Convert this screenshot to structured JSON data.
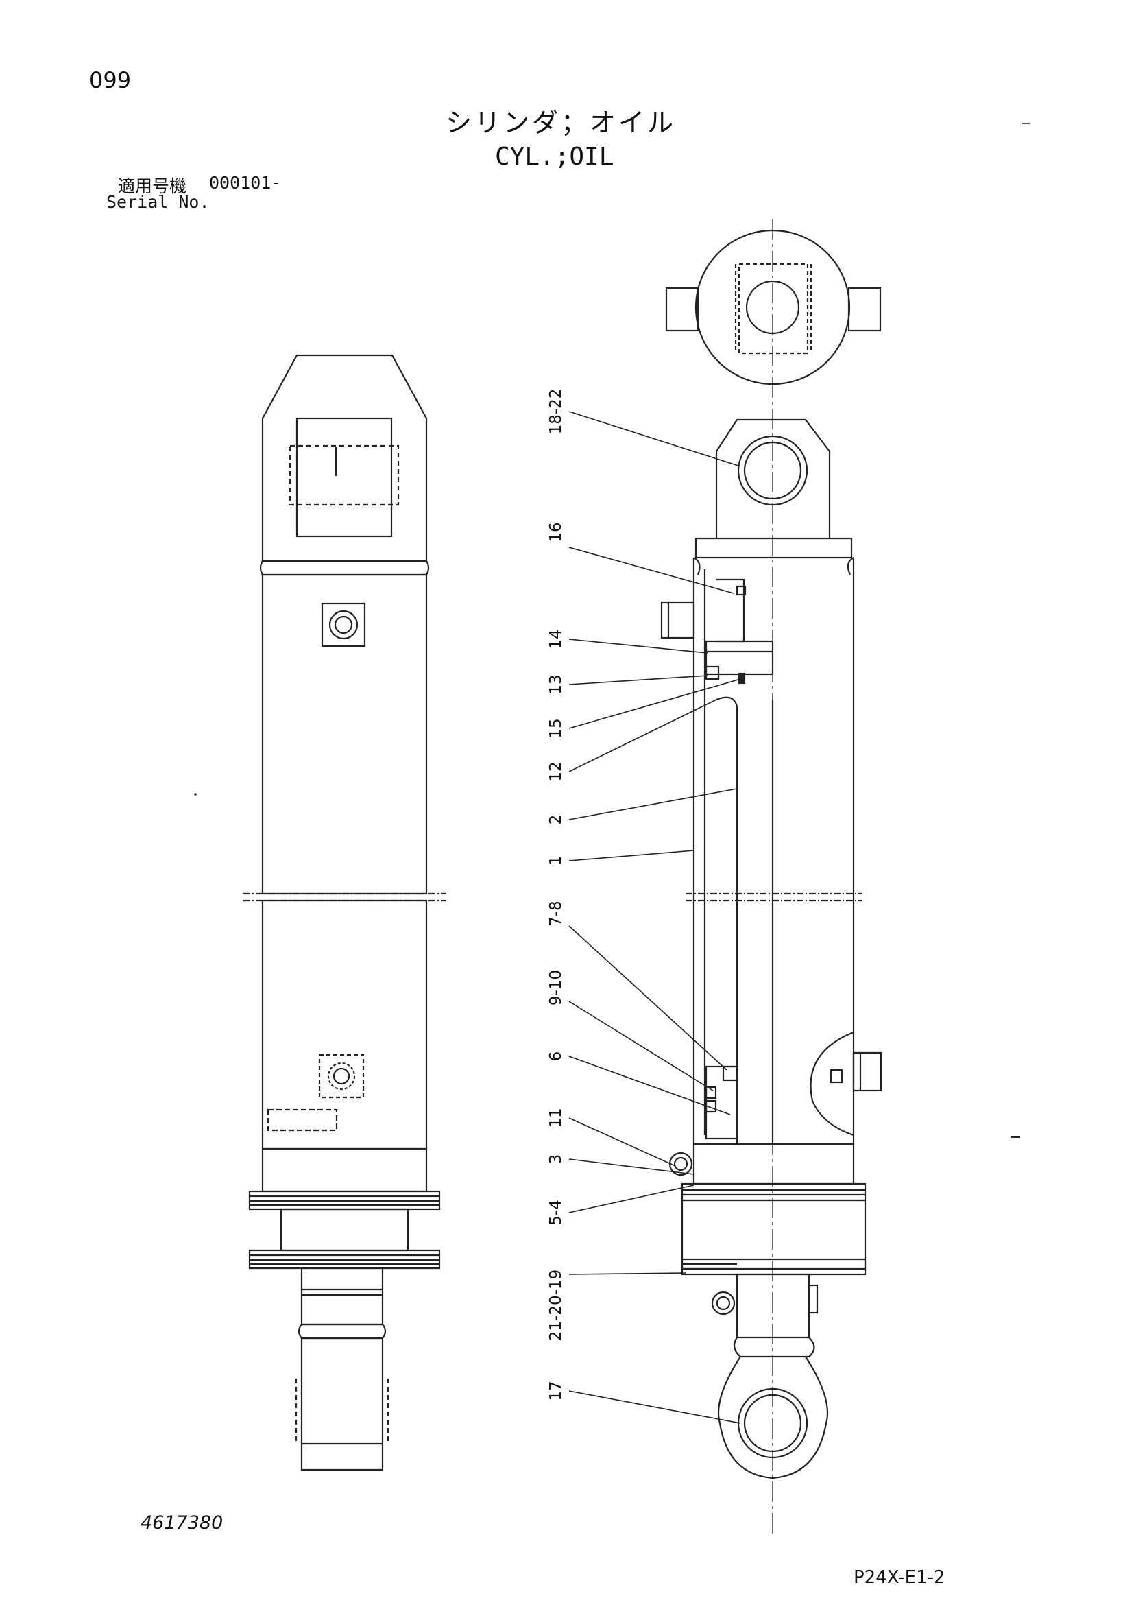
{
  "header": {
    "page_number": "099",
    "title_jp": "シリンダ；オイル",
    "title_en": "CYL.;OIL",
    "serial_label_jp": "適用号機",
    "serial_value": "000101-",
    "serial_label_en": "Serial No."
  },
  "callouts": [
    {
      "label": "18-22"
    },
    {
      "label": "16"
    },
    {
      "label": "14"
    },
    {
      "label": "13"
    },
    {
      "label": "15"
    },
    {
      "label": "12"
    },
    {
      "label": "2"
    },
    {
      "label": "1"
    },
    {
      "label": "7-8"
    },
    {
      "label": "9-10"
    },
    {
      "label": "6"
    },
    {
      "label": "11"
    },
    {
      "label": "3"
    },
    {
      "label": "5-4"
    },
    {
      "label": "21-20-19"
    },
    {
      "label": "17"
    }
  ],
  "footer": {
    "drawing_number": "4617380",
    "page_code": "P24X-E1-2"
  }
}
